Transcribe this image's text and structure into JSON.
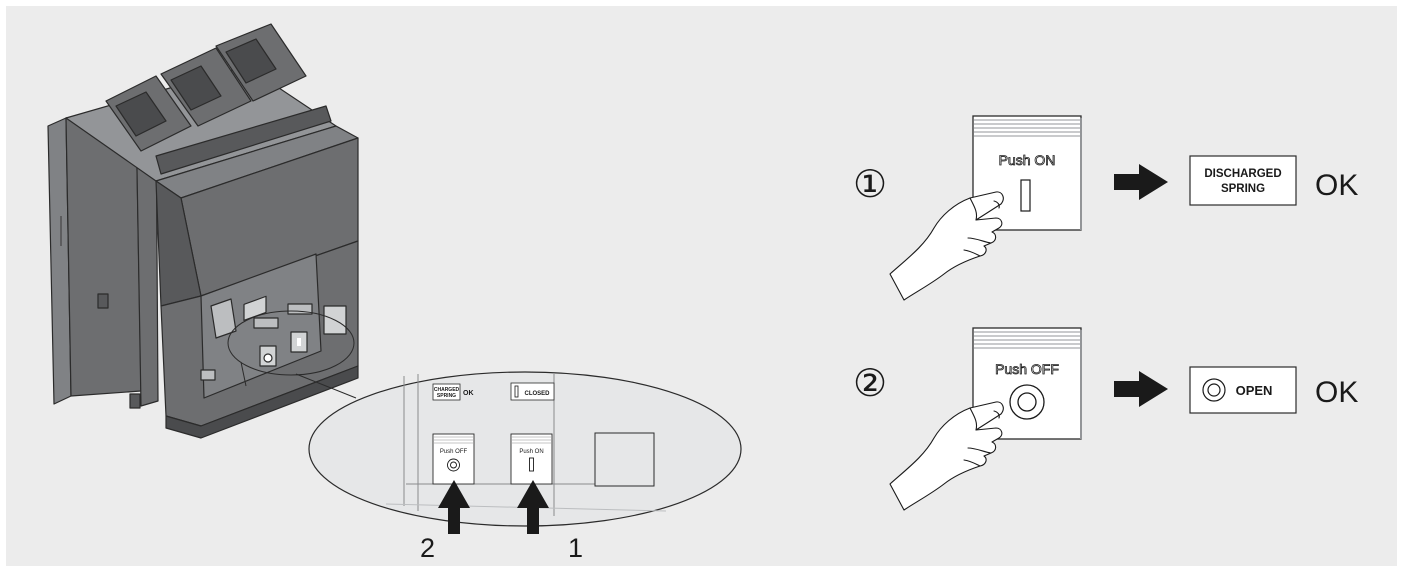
{
  "breaker_panel": {
    "charged_spring_line1": "CHARGED",
    "charged_spring_line2": "SPRING",
    "charged_ok": "OK",
    "closed_label": "CLOSED",
    "push_off_label": "Push OFF",
    "push_on_label": "Push ON"
  },
  "callouts": {
    "arrow_2": "2",
    "arrow_1": "1"
  },
  "steps": [
    {
      "number": "①",
      "button_label": "Push ON",
      "result_line1": "DISCHARGED",
      "result_line2": "SPRING",
      "status": "OK"
    },
    {
      "number": "②",
      "button_label": "Push OFF",
      "result_label": "OPEN",
      "status": "OK"
    }
  ],
  "colors": {
    "background": "#ececec",
    "body_dark": "#58595b",
    "body_mid": "#6d6e70",
    "body_light": "#808285",
    "arrow": "#1a1a1a"
  },
  "icons": [
    "circuit-breaker-illustration",
    "hand-pointer-icon",
    "arrow-right-icon",
    "arrow-up-icon",
    "open-circle-icon",
    "closed-bar-icon"
  ]
}
